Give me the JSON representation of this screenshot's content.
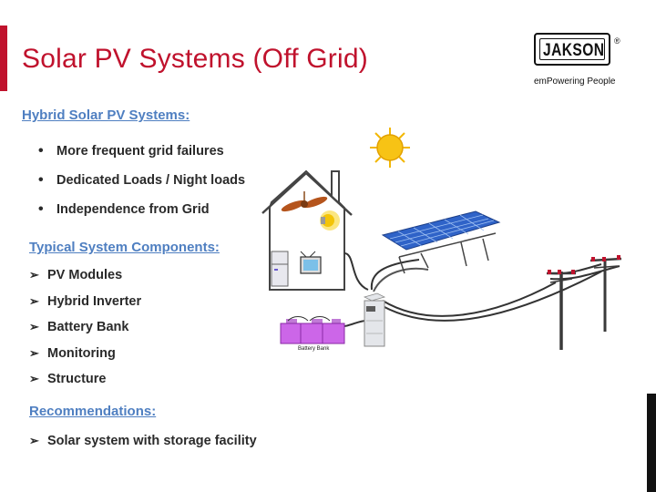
{
  "slide": {
    "title": "Solar PV Systems (Off Grid)",
    "accent_color": "#c0122d",
    "heading_color": "#4f7fc1"
  },
  "logo": {
    "brand": "JAKSON",
    "registered": "®",
    "tagline": "emPowering People"
  },
  "sections": {
    "hybrid": {
      "heading": "Hybrid Solar PV Systems:",
      "items": [
        "More frequent grid failures",
        "Dedicated Loads / Night loads",
        "Independence from Grid"
      ]
    },
    "components": {
      "heading": "Typical System Components:",
      "items": [
        "PV Modules",
        "Hybrid Inverter",
        "Battery Bank",
        "Monitoring",
        "Structure"
      ]
    },
    "recommendations": {
      "heading": "Recommendations:",
      "items": [
        "Solar system with storage facility"
      ]
    }
  },
  "diagram": {
    "battery_label": "Battery Bank"
  }
}
